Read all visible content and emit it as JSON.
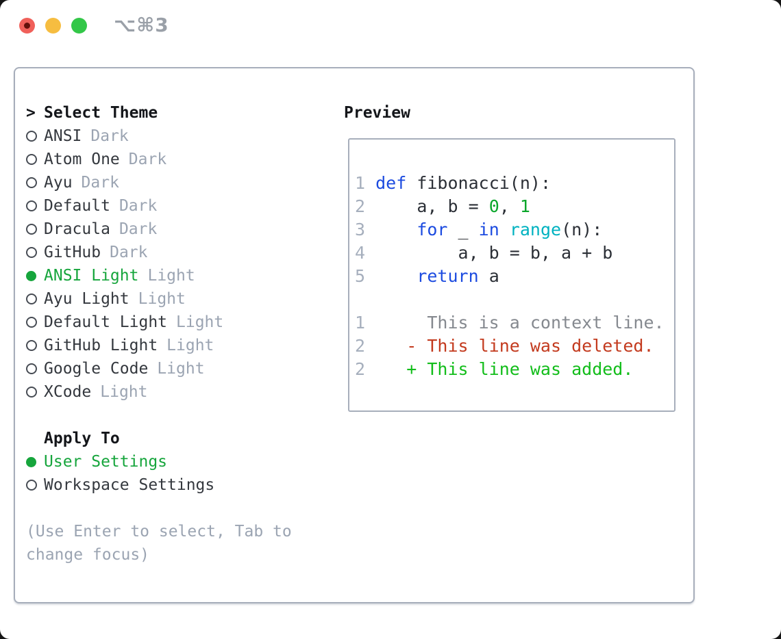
{
  "titlebar": {
    "shortcut": "⌥⌘3",
    "buttons": [
      "close",
      "minimize",
      "zoom"
    ]
  },
  "left": {
    "header_prompt": ">",
    "header": "Select Theme",
    "themes": [
      {
        "name": "ANSI",
        "variant": "Dark",
        "selected": false
      },
      {
        "name": "Atom One",
        "variant": "Dark",
        "selected": false
      },
      {
        "name": "Ayu",
        "variant": "Dark",
        "selected": false
      },
      {
        "name": "Default",
        "variant": "Dark",
        "selected": false
      },
      {
        "name": "Dracula",
        "variant": "Dark",
        "selected": false
      },
      {
        "name": "GitHub",
        "variant": "Dark",
        "selected": false
      },
      {
        "name": "ANSI Light",
        "variant": "Light",
        "selected": true
      },
      {
        "name": "Ayu Light",
        "variant": "Light",
        "selected": false
      },
      {
        "name": "Default Light",
        "variant": "Light",
        "selected": false
      },
      {
        "name": "GitHub Light",
        "variant": "Light",
        "selected": false
      },
      {
        "name": "Google Code",
        "variant": "Light",
        "selected": false
      },
      {
        "name": "XCode",
        "variant": "Light",
        "selected": false
      }
    ],
    "apply_header": "Apply To",
    "apply_options": [
      {
        "name": "User Settings",
        "selected": true
      },
      {
        "name": "Workspace Settings",
        "selected": false
      }
    ],
    "help": "(Use Enter to select, Tab to change focus)"
  },
  "preview": {
    "title": "Preview",
    "palette": {
      "k": "#1c4be0",
      "f": "#00b2c0",
      "n": "#0aa62a",
      "p": "#2b2f36",
      "c": "#85898f",
      "d": "#c33a1e",
      "a": "#12bd1a",
      "g": "#a6afbd"
    },
    "lines": [
      {
        "n": "1",
        "t": [
          [
            "p",
            " "
          ],
          [
            "k",
            "def"
          ],
          [
            "p",
            " fibonacci(n):"
          ]
        ]
      },
      {
        "n": "2",
        "t": [
          [
            "p",
            "     a, b = "
          ],
          [
            "n",
            "0"
          ],
          [
            "p",
            ", "
          ],
          [
            "n",
            "1"
          ]
        ]
      },
      {
        "n": "3",
        "t": [
          [
            "p",
            "     "
          ],
          [
            "k",
            "for"
          ],
          [
            "p",
            " _ "
          ],
          [
            "k",
            "in"
          ],
          [
            "p",
            " "
          ],
          [
            "f",
            "range"
          ],
          [
            "p",
            "(n):"
          ]
        ]
      },
      {
        "n": "4",
        "t": [
          [
            "p",
            "         a, b = b, a + b"
          ]
        ]
      },
      {
        "n": "5",
        "t": [
          [
            "p",
            "     "
          ],
          [
            "k",
            "return"
          ],
          [
            "p",
            " a"
          ]
        ]
      },
      {
        "n": "",
        "t": []
      },
      {
        "n": "1",
        "t": [
          [
            "c",
            "      This is a context line."
          ]
        ]
      },
      {
        "n": "2",
        "t": [
          [
            "d",
            "    - This line was deleted."
          ]
        ]
      },
      {
        "n": "2",
        "t": [
          [
            "a",
            "    + This line was added."
          ]
        ]
      }
    ]
  },
  "colors": {
    "selection_green": "#16a53c",
    "radio_open_border": "#474c54",
    "text_dark": "#34383e",
    "text_muted": "#9ba4b2",
    "panel_border": "#a7aebb"
  }
}
